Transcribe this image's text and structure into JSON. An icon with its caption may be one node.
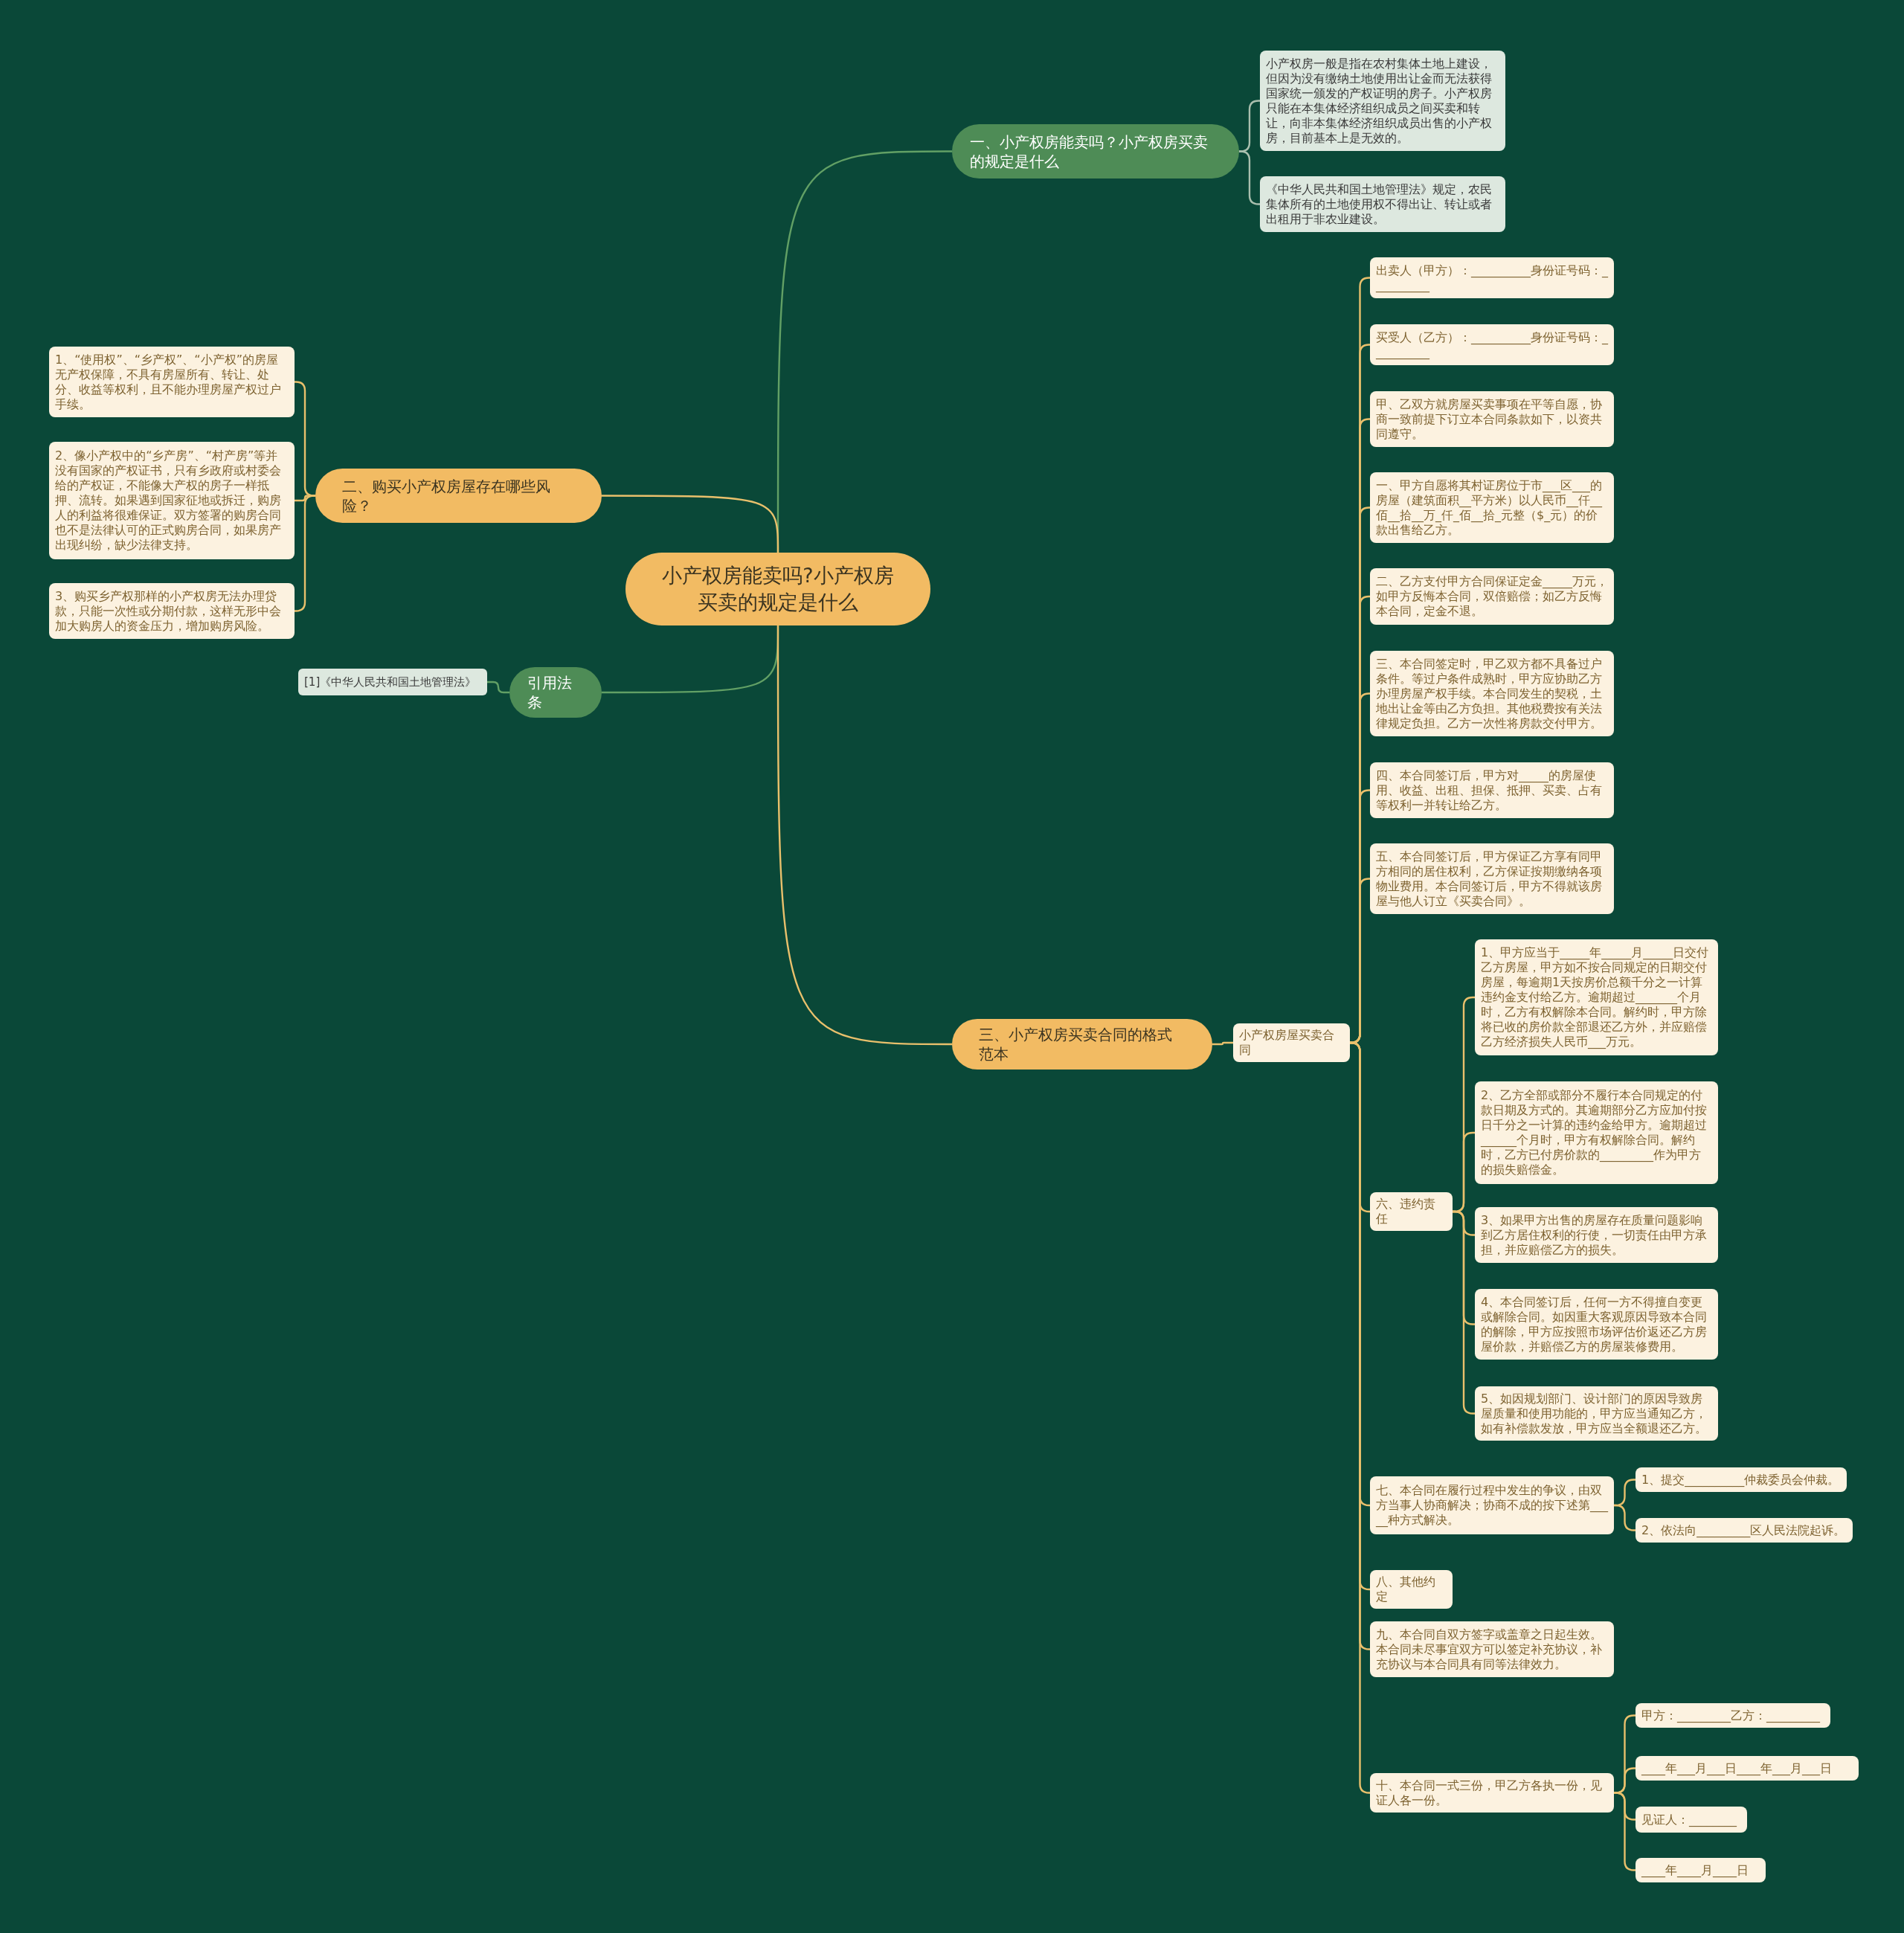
{
  "diagram": {
    "nodes": [
      {
        "text": [
          "小产权房能卖吗?小产权房买卖的规定是什么"
        ]
      },
      {
        "text": [
          "一、小产权房能卖吗？小产权房买卖的规定是什么"
        ]
      },
      {
        "text": [
          "小产权房一般是指在农村集体土地上建设，但因为没有缴纳土地使用出让金而无法获得国家统一颁发的产权证明的房子。小产权房只能在本集体经济组织成员之间买卖和转让，向非本集体经济组织成员出售的小产权房，目前基本上是无效的。"
        ]
      },
      {
        "text": [
          "《中华人民共和国土地管理法》规定，农民集体所有的土地使用权不得出让、转让或者出租用于非农业建设。"
        ]
      },
      {
        "text": [
          "二、购买小产权房屋存在哪些风险？"
        ]
      },
      {
        "text": [
          "1、“使用权”、“乡产权”、“小产权”的房屋无产权保障，不具有房屋所有、转让、处分、收益等权利，且不能办理房屋产权过户手续。"
        ]
      },
      {
        "text": [
          "2、像小产权中的“乡产房”、“村产房”等并没有国家的产权证书，只有乡政府或村委会给的产权证，不能像大产权的房子一样抵押、流转。如果遇到国家征地或拆迁，购房人的利益将很难保证。双方签署的购房合同也不是法律认可的正式购房合同，如果房产出现纠纷，缺少法律支持。"
        ]
      },
      {
        "text": [
          "3、购买乡产权那样的小产权房无法办理贷款，只能一次性或分期付款，这样无形中会加大购房人的资金压力，增加购房风险。"
        ]
      },
      {
        "text": [
          "引用法条"
        ]
      },
      {
        "text": [
          "[1]《中华人民共和国土地管理法》"
        ]
      },
      {
        "text": [
          "三、小产权房买卖合同的格式范本"
        ]
      },
      {
        "text": [
          "小产权房屋买卖合同"
        ]
      },
      {
        "text": [
          "出卖人（甲方）：__________身份证号码：__________"
        ]
      },
      {
        "text": [
          "买受人（乙方）：__________身份证号码：__________"
        ]
      },
      {
        "text": [
          "甲、乙双方就房屋买卖事项在平等自愿，协商一致前提下订立本合同条款如下，以资共同遵守。"
        ]
      },
      {
        "text": [
          "一、甲方自愿将其村证房位于市___区___的房屋（建筑面积__平方米）以人民币__仟__佰__拾__万_仟_佰__拾_元整（$_元）的价款出售给乙方。"
        ]
      },
      {
        "text": [
          "二、乙方支付甲方合同保证定金_____万元，如甲方反悔本合同，双倍赔偿；如乙方反悔本合同，定金不退。"
        ]
      },
      {
        "text": [
          "三、本合同签定时，甲乙双方都不具备过户条件。等过户条件成熟时，甲方应协助乙方办理房屋产权手续。本合同发生的契税，土地出让金等由乙方负担。其他税费按有关法律规定负担。乙方一次性将房款交付甲方。"
        ]
      },
      {
        "text": [
          "四、本合同签订后，甲方对_____的房屋使用、收益、出租、担保、抵押、买卖、占有等权利一并转让给乙方。"
        ]
      },
      {
        "text": [
          "五、本合同签订后，甲方保证乙方享有同甲方相同的居住权利，乙方保证按期缴纳各项物业费用。本合同签订后，甲方不得就该房屋与他人订立《买卖合同》。"
        ]
      },
      {
        "text": [
          "六、违约责任"
        ]
      },
      {
        "text": [
          "1、甲方应当于_____年_____月_____日交付乙方房屋，甲方如不按合同规定的日期交付房屋，每逾期1天按房价总额千分之一计算违约金支付给乙方。逾期超过_______个月时，乙方有权解除本合同。解约时，甲方除将已收的房价款全部退还乙方外，并应赔偿乙方经济损失人民币___万元。"
        ]
      },
      {
        "text": [
          "2、乙方全部或部分不履行本合同规定的付款日期及方式的。其逾期部分乙方应加付按日千分之一计算的违约金给甲方。逾期超过______个月时，甲方有权解除合同。解约时，乙方已付房价款的_________作为甲方的损失赔偿金。"
        ]
      },
      {
        "text": [
          "3、如果甲方出售的房屋存在质量问题影响到乙方居住权利的行使，一切责任由甲方承担，并应赔偿乙方的损失。"
        ]
      },
      {
        "text": [
          "4、本合同签订后，任何一方不得擅自变更或解除合同。如因重大客观原因导致本合同的解除，甲方应按照市场评估价返还乙方房屋价款，并赔偿乙方的房屋装修费用。"
        ]
      },
      {
        "text": [
          "5、如因规划部门、设计部门的原因导致房屋质量和使用功能的，甲方应当通知乙方，如有补偿款发放，甲方应当全额退还乙方。"
        ]
      },
      {
        "text": [
          "七、本合同在履行过程中发生的争议，由双方当事人协商解决；协商不成的按下述第_____种方式解决。"
        ]
      },
      {
        "text": [
          "1、提交__________仲裁委员会仲裁。"
        ]
      },
      {
        "text": [
          "2、依法向_________区人民法院起诉。"
        ]
      },
      {
        "text": [
          "八、其他约定"
        ]
      },
      {
        "text": [
          "九、本合同自双方签字或盖章之日起生效。本合同未尽事宜双方可以签定补充协议，补充协议与本合同具有同等法律效力。"
        ]
      },
      {
        "text": [
          "十、本合同一式三份，甲乙方各执一份，见证人各一份。"
        ]
      },
      {
        "text": [
          "甲方：_________乙方：_________"
        ]
      },
      {
        "text": [
          "____年___月___日____年___月___日"
        ]
      },
      {
        "text": [
          "见证人：________"
        ]
      },
      {
        "text": [
          "____年____月____日"
        ]
      }
    ],
    "edges": [
      {
        "from": 0,
        "to": 1,
        "arrow": "none",
        "color": "#62a065"
      },
      {
        "from": 1,
        "to": 2,
        "arrow": "none",
        "color": "#a9bfae"
      },
      {
        "from": 1,
        "to": 3,
        "arrow": "none",
        "color": "#a9bfae"
      },
      {
        "from": 0,
        "to": 4,
        "arrow": "none"
      },
      {
        "from": 4,
        "to": 5,
        "arrow": "none"
      },
      {
        "from": 4,
        "to": 6,
        "arrow": "none"
      },
      {
        "from": 4,
        "to": 7,
        "arrow": "none"
      },
      {
        "from": 0,
        "to": 8,
        "arrow": "none",
        "color": "#62a065"
      },
      {
        "from": 8,
        "to": 9,
        "arrow": "none",
        "color": "#62a065"
      },
      {
        "from": 0,
        "to": 10,
        "arrow": "none"
      },
      {
        "from": 10,
        "to": 11,
        "arrow": "none"
      },
      {
        "from": 11,
        "to": 12,
        "arrow": "none"
      },
      {
        "from": 11,
        "to": 13,
        "arrow": "none"
      },
      {
        "from": 11,
        "to": 14,
        "arrow": "none"
      },
      {
        "from": 11,
        "to": 15,
        "arrow": "none"
      },
      {
        "from": 11,
        "to": 16,
        "arrow": "none"
      },
      {
        "from": 11,
        "to": 17,
        "arrow": "none"
      },
      {
        "from": 11,
        "to": 18,
        "arrow": "none"
      },
      {
        "from": 11,
        "to": 19,
        "arrow": "none"
      },
      {
        "from": 11,
        "to": 20,
        "arrow": "none"
      },
      {
        "from": 20,
        "to": 21,
        "arrow": "none"
      },
      {
        "from": 20,
        "to": 22,
        "arrow": "none"
      },
      {
        "from": 20,
        "to": 23,
        "arrow": "none"
      },
      {
        "from": 20,
        "to": 24,
        "arrow": "none"
      },
      {
        "from": 20,
        "to": 25,
        "arrow": "none"
      },
      {
        "from": 11,
        "to": 26,
        "arrow": "none"
      },
      {
        "from": 26,
        "to": 27,
        "arrow": "none"
      },
      {
        "from": 26,
        "to": 28,
        "arrow": "none"
      },
      {
        "from": 11,
        "to": 29,
        "arrow": "none"
      },
      {
        "from": 11,
        "to": 30,
        "arrow": "none"
      },
      {
        "from": 11,
        "to": 31,
        "arrow": "none"
      },
      {
        "from": 31,
        "to": 32,
        "arrow": "none"
      },
      {
        "from": 31,
        "to": 33,
        "arrow": "none"
      },
      {
        "from": 31,
        "to": 34,
        "arrow": "none"
      },
      {
        "from": 31,
        "to": 35,
        "arrow": "none"
      }
    ]
  }
}
